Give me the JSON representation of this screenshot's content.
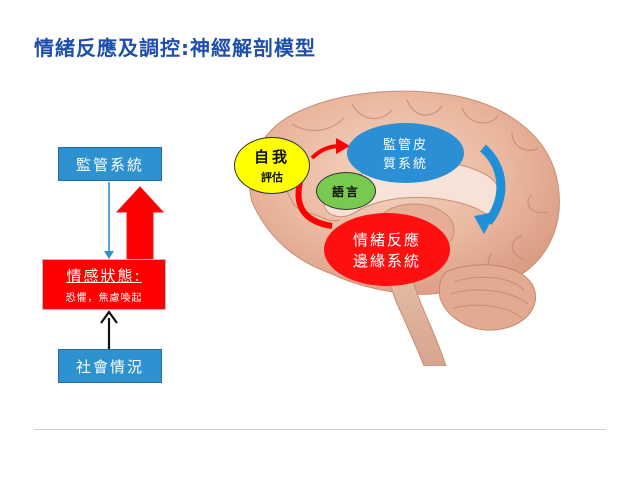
{
  "slide": {
    "title": "情緒反應及調控:神經解剖模型"
  },
  "left_diagram": {
    "supervise_box": "監管系統",
    "emotion_box": {
      "line1": "情感狀態:",
      "line2": "恐懼，焦慮喚起"
    },
    "social_box": "社會情況"
  },
  "brain_diagram": {
    "cortex": {
      "line1": "監管皮",
      "line2": "質系統"
    },
    "limbic": {
      "line1": "情緒反應",
      "line2": "邊緣系統"
    },
    "self": {
      "line1": "自我",
      "line2": "評估"
    },
    "language": "語言"
  },
  "colors": {
    "title": "#1f4fa8",
    "blue_box": "#2e91d0",
    "red": "#ff0000",
    "yellow": "#ffff00",
    "green": "#78c94f",
    "brain_arrow_blue": "#1f8fd8"
  },
  "icons": {
    "brain": "brain-illustration",
    "up_arrow": "red-block-up-arrow",
    "down_arrow": "blue-down-arrow",
    "social_arrow": "black-up-arrow",
    "curved_blue": "blue-curved-arrow",
    "curved_red": "red-curved-arrow"
  }
}
